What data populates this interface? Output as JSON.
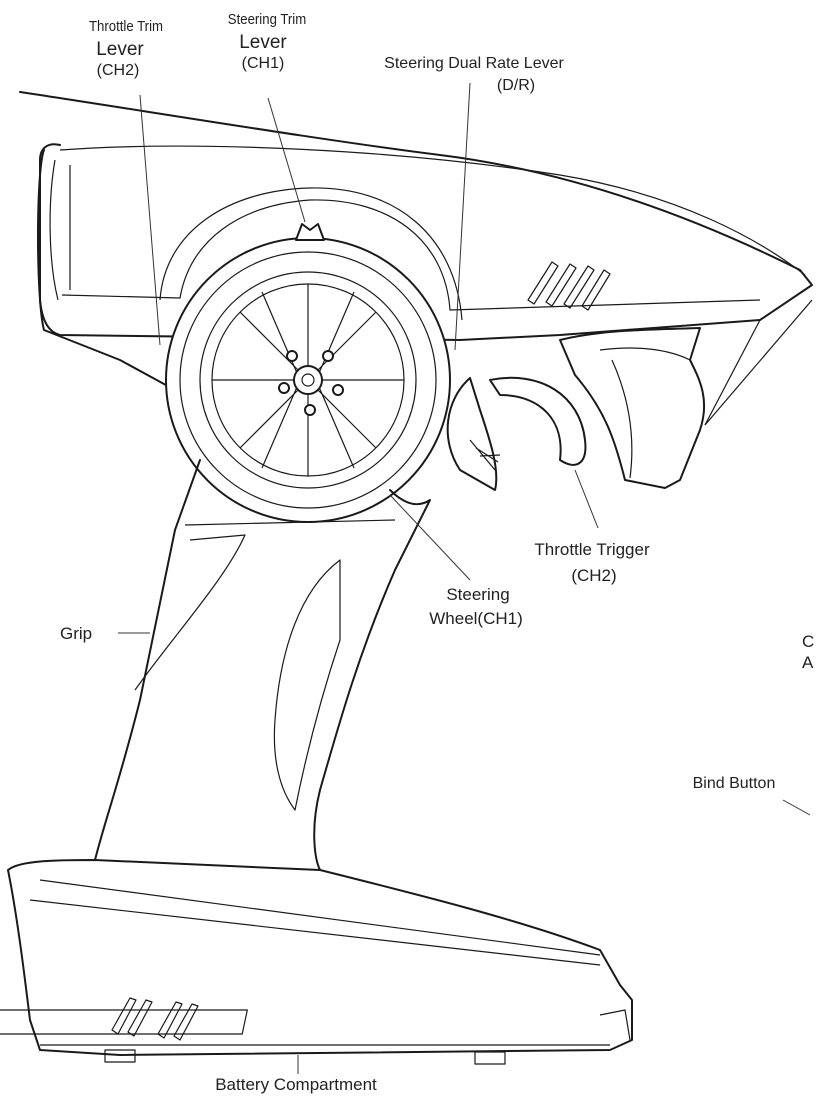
{
  "labels": {
    "throttle_trim_title": "Throttle Trim",
    "throttle_trim_lever": "Lever",
    "throttle_trim_channel": "(CH2)",
    "steering_trim_title": "Steering Trim",
    "steering_trim_lever": "Lever",
    "steering_trim_channel": "(CH1)",
    "dual_rate_title": "Steering Dual Rate Lever",
    "dual_rate_abbrev": "(D/R)",
    "throttle_trigger_title": "Throttle Trigger",
    "throttle_trigger_channel": "(CH2)",
    "steering_wheel_line1": "Steering",
    "steering_wheel_line2": "Wheel(CH1)",
    "grip": "Grip",
    "bind_button": "Bind Button",
    "battery_compartment": "Battery Compartment",
    "cut_right_1": "C",
    "cut_right_2": "A"
  }
}
